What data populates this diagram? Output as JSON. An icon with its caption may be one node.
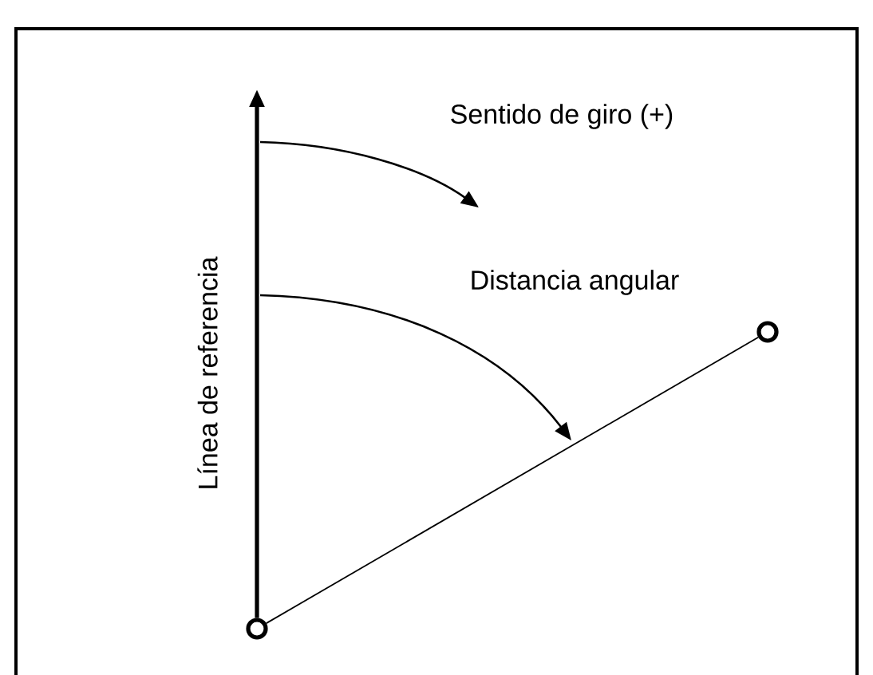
{
  "diagram": {
    "nodes": [
      {
        "text": [],
        "shape": "circle"
      },
      {
        "text": [],
        "shape": "circle"
      }
    ],
    "edges": [
      {
        "from": 0,
        "to": 1,
        "arrow": "none"
      },
      {
        "from": 0,
        "to": null,
        "arrow": "to",
        "label": "Línea de referencia",
        "style": "thick"
      }
    ],
    "labels": [
      "Sentido de giro (+)",
      "Distancia angular"
    ]
  }
}
